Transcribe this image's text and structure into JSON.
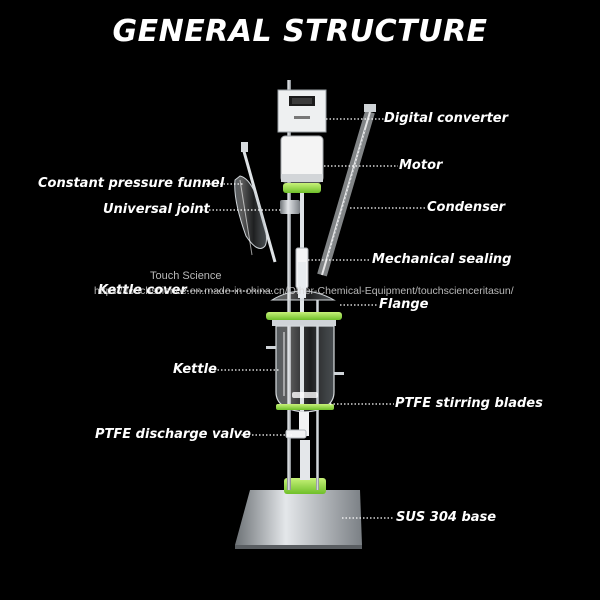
{
  "title": "GENERAL STRUCTURE",
  "labels": {
    "digital_converter": "Digital converter",
    "motor": "Motor",
    "constant_pressure_funnel": "Constant pressure funnel",
    "universal_joint": "Universal joint",
    "condenser": "Condenser",
    "mechanical_sealing": "Mechanical sealing",
    "kettle_cover": "Kettle cover",
    "flange": "Flange",
    "kettle": "Kettle",
    "ptfe_stirring_blades": "PTFE stirring blades",
    "ptfe_discharge_valve": "PTFE discharge valve",
    "sus_304_base": "SUS 304 base"
  },
  "watermark": {
    "line1": "Touch Science",
    "line2": "https://touchscience.en.made-in-china.cn/Other-Chemical-Equipment/touchscienceritasun/"
  },
  "colors": {
    "background": "#000000",
    "text": "#ffffff",
    "accent_green": "#9be44a",
    "steel": "#b8bcc0"
  }
}
